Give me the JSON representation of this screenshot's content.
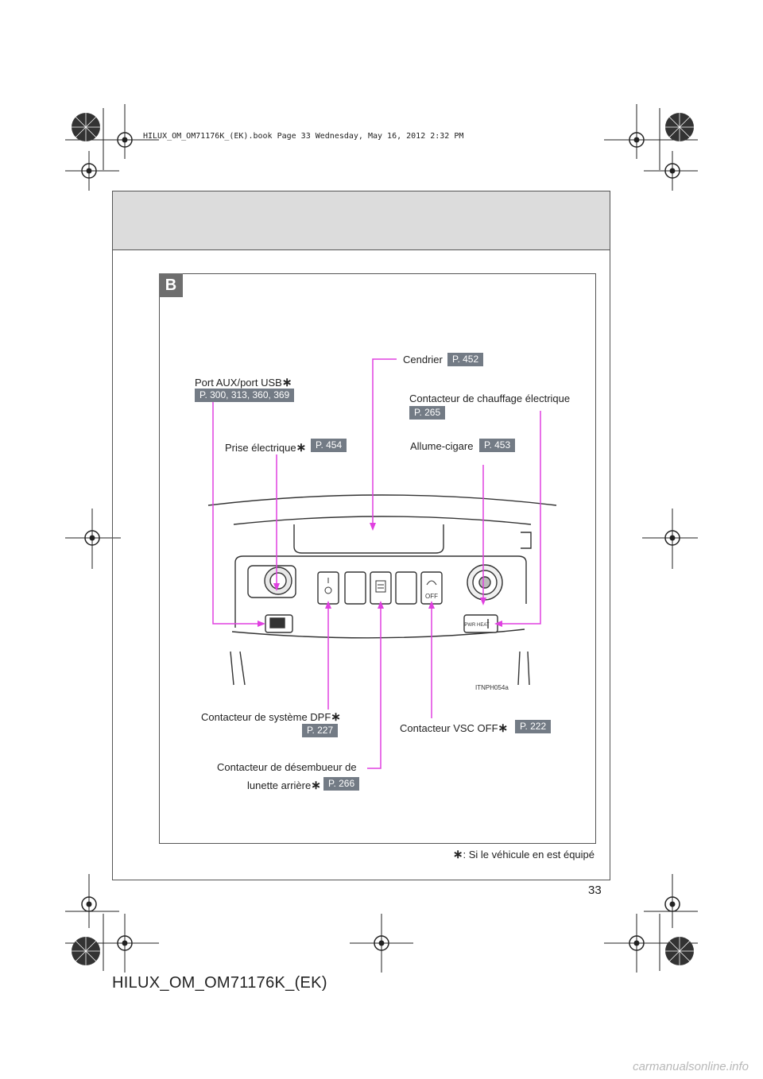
{
  "header": {
    "book_ref": "HILUX_OM_OM71176K_(EK).book  Page 33  Wednesday, May 16, 2012  2:32 PM"
  },
  "section": {
    "tab_letter": "B"
  },
  "callouts": {
    "cendrier": {
      "label": "Cendrier",
      "ref": "P. 452"
    },
    "aux_usb": {
      "label": "Port AUX/port USB",
      "ref": "P. 300, 313, 360, 369"
    },
    "chauffage": {
      "label": "Contacteur de chauffage électrique",
      "ref": "P. 265"
    },
    "prise": {
      "label": "Prise électrique",
      "ref": "P. 454"
    },
    "allume": {
      "label": "Allume-cigare",
      "ref": "P. 453"
    },
    "dpf": {
      "label": "Contacteur de système DPF",
      "ref": "P. 227"
    },
    "vsc": {
      "label": "Contacteur VSC OFF",
      "ref": "P. 222"
    },
    "desembueur": {
      "label_line1": "Contacteur de désembueur de",
      "label_line2": "lunette arrière",
      "ref": "P. 266"
    }
  },
  "illustration": {
    "code": "ITNPH054a",
    "btn_vsc_text": "OFF",
    "pwr_heat_text": "PWR HEAT"
  },
  "footnote": {
    "star": "∗",
    "text": ": Si le véhicule en est équipé"
  },
  "page_number": "33",
  "doc_id": "HILUX_OM_OM71176K_(EK)",
  "watermark": "carmanualsonline.info",
  "colors": {
    "leader": "#e040e0",
    "ref_badge": "#737b85",
    "header_band": "#dcdcdc"
  }
}
